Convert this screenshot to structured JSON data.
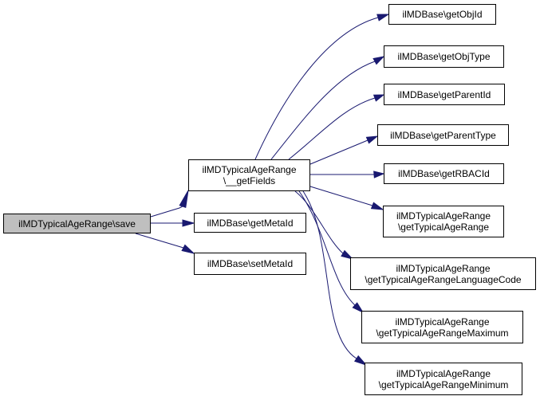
{
  "graph": {
    "nodes": {
      "save": {
        "lines": [
          "ilMDTypicalAgeRange\\save"
        ],
        "current": true
      },
      "getFields": {
        "lines": [
          "ilMDTypicalAgeRange",
          "\\__getFields"
        ]
      },
      "getMetaId": {
        "lines": [
          "ilMDBase\\getMetaId"
        ]
      },
      "setMetaId": {
        "lines": [
          "ilMDBase\\setMetaId"
        ]
      },
      "getObjId": {
        "lines": [
          "ilMDBase\\getObjId"
        ]
      },
      "getObjType": {
        "lines": [
          "ilMDBase\\getObjType"
        ]
      },
      "getParentId": {
        "lines": [
          "ilMDBase\\getParentId"
        ]
      },
      "getParentType": {
        "lines": [
          "ilMDBase\\getParentType"
        ]
      },
      "getRBACId": {
        "lines": [
          "ilMDBase\\getRBACId"
        ]
      },
      "getTypicalAgeRange": {
        "lines": [
          "ilMDTypicalAgeRange",
          "\\getTypicalAgeRange"
        ]
      },
      "getTypicalAgeRangeLanguageCode": {
        "lines": [
          "ilMDTypicalAgeRange",
          "\\getTypicalAgeRangeLanguageCode"
        ]
      },
      "getTypicalAgeRangeMaximum": {
        "lines": [
          "ilMDTypicalAgeRange",
          "\\getTypicalAgeRangeMaximum"
        ]
      },
      "getTypicalAgeRangeMinimum": {
        "lines": [
          "ilMDTypicalAgeRange",
          "\\getTypicalAgeRangeMinimum"
        ]
      }
    },
    "edges": [
      {
        "from": "save",
        "to": "getFields"
      },
      {
        "from": "save",
        "to": "getMetaId"
      },
      {
        "from": "save",
        "to": "setMetaId"
      },
      {
        "from": "getFields",
        "to": "getObjId"
      },
      {
        "from": "getFields",
        "to": "getObjType"
      },
      {
        "from": "getFields",
        "to": "getParentId"
      },
      {
        "from": "getFields",
        "to": "getParentType"
      },
      {
        "from": "getFields",
        "to": "getRBACId"
      },
      {
        "from": "getFields",
        "to": "getTypicalAgeRange"
      },
      {
        "from": "getFields",
        "to": "getTypicalAgeRangeLanguageCode"
      },
      {
        "from": "getFields",
        "to": "getTypicalAgeRangeMaximum"
      },
      {
        "from": "getFields",
        "to": "getTypicalAgeRangeMinimum"
      }
    ],
    "colors": {
      "edge": "#191970",
      "node_border": "#000000",
      "current_node_fill": "#bfbfbf",
      "node_fill": "#ffffff"
    }
  }
}
